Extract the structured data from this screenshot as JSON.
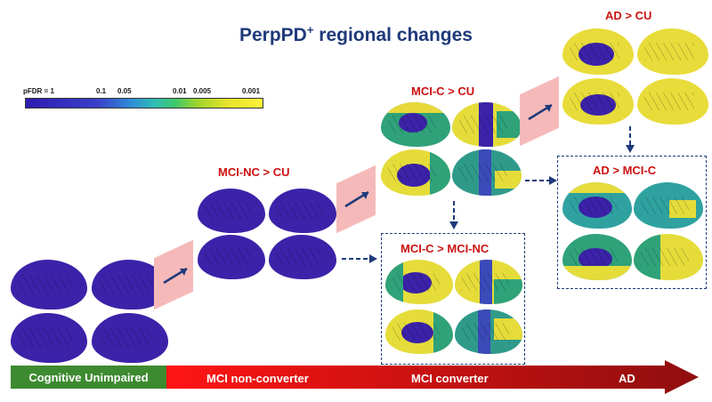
{
  "title": "PerpPD",
  "title_sup": "+",
  "title_rest": " regional changes",
  "colorbar": {
    "ticks": [
      "pFDR = 1",
      "0.1",
      "0.05",
      "0.01",
      "0.005",
      "0.001"
    ]
  },
  "groups": {
    "mci_nc_cu": "MCI-NC > CU",
    "mci_c_cu": "MCI-C > CU",
    "ad_cu": "AD > CU",
    "mci_c_mci_nc": "MCI-C > MCI-NC",
    "ad_mci_c": "AD > MCI-C"
  },
  "stages": {
    "cu": "Cognitive Unimpaired",
    "mci_nc": "MCI non-converter",
    "mci_c": "MCI converter",
    "ad": "AD"
  },
  "colors": {
    "title": "#1f3a7a",
    "group_label": "#cc1111",
    "cu_bar": "#3d8a30",
    "ad_arrow_end": "#9a0f0f",
    "purple": "#3b22a8",
    "yellow": "#f0e23a"
  }
}
